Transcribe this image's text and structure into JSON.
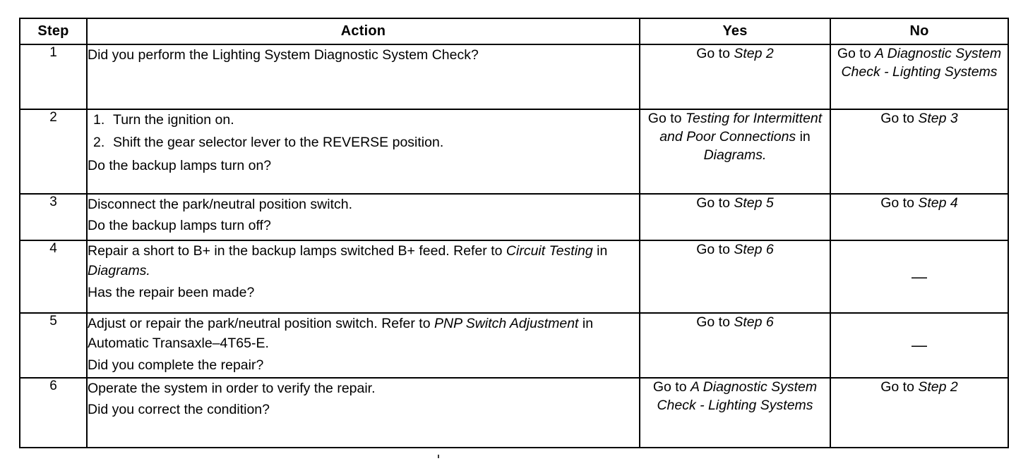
{
  "table": {
    "headers": {
      "step": "Step",
      "action": "Action",
      "yes": "Yes",
      "no": "No"
    },
    "rows": [
      {
        "step": "1",
        "action": {
          "lines": [
            {
              "segments": [
                {
                  "text": "Did you perform the Lighting System Diagnostic System Check?",
                  "italic": false
                }
              ]
            }
          ]
        },
        "yes": {
          "segments": [
            {
              "text": "Go to ",
              "italic": false
            },
            {
              "text": "Step 2",
              "italic": true
            }
          ]
        },
        "no": {
          "segments": [
            {
              "text": "Go to ",
              "italic": false
            },
            {
              "text": "A Diagnostic System Check - Lighting Systems",
              "italic": true
            }
          ]
        }
      },
      {
        "step": "2",
        "action": {
          "list": [
            {
              "num": "1.",
              "text": "Turn the ignition on."
            },
            {
              "num": "2.",
              "text": "Shift the gear selector lever to the REVERSE position."
            }
          ],
          "question": "Do the backup lamps turn on?"
        },
        "yes": {
          "segments": [
            {
              "text": "Go to ",
              "italic": false
            },
            {
              "text": "Testing for Intermittent and Poor Connections",
              "italic": true
            },
            {
              "text": " in ",
              "italic": false
            },
            {
              "text": "Diagrams.",
              "italic": true
            }
          ]
        },
        "no": {
          "segments": [
            {
              "text": "Go to ",
              "italic": false
            },
            {
              "text": "Step 3",
              "italic": true
            }
          ]
        }
      },
      {
        "step": "3",
        "action": {
          "lines": [
            {
              "segments": [
                {
                  "text": "Disconnect the park/neutral position switch.",
                  "italic": false
                }
              ]
            }
          ],
          "question": "Do the backup lamps turn off?"
        },
        "yes": {
          "segments": [
            {
              "text": "Go to ",
              "italic": false
            },
            {
              "text": "Step 5",
              "italic": true
            }
          ]
        },
        "no": {
          "segments": [
            {
              "text": "Go to ",
              "italic": false
            },
            {
              "text": "Step 4",
              "italic": true
            }
          ]
        }
      },
      {
        "step": "4",
        "action": {
          "lines": [
            {
              "segments": [
                {
                  "text": "Repair a short to B+ in the backup lamps switched B+ feed. Refer to ",
                  "italic": false
                },
                {
                  "text": "Circuit Testing",
                  "italic": true
                },
                {
                  "text": " in ",
                  "italic": false
                },
                {
                  "text": "Diagrams.",
                  "italic": true
                }
              ]
            }
          ],
          "question": "Has the repair been made?"
        },
        "yes": {
          "segments": [
            {
              "text": "Go to ",
              "italic": false
            },
            {
              "text": "Step 6",
              "italic": true
            }
          ]
        },
        "no": {
          "segments": [
            {
              "text": "—",
              "italic": false
            }
          ]
        }
      },
      {
        "step": "5",
        "action": {
          "lines": [
            {
              "segments": [
                {
                  "text": "Adjust or repair the park/neutral position switch. Refer to ",
                  "italic": false
                },
                {
                  "text": "PNP Switch Adjustment",
                  "italic": true
                },
                {
                  "text": " in Automatic Transaxle–4T65-E.",
                  "italic": false
                }
              ]
            }
          ],
          "question": "Did you complete the repair?"
        },
        "yes": {
          "segments": [
            {
              "text": "Go to ",
              "italic": false
            },
            {
              "text": "Step 6",
              "italic": true
            }
          ]
        },
        "no": {
          "segments": [
            {
              "text": "—",
              "italic": false
            }
          ]
        }
      },
      {
        "step": "6",
        "action": {
          "lines": [
            {
              "segments": [
                {
                  "text": "Operate the system in order to verify the repair.",
                  "italic": false
                }
              ]
            }
          ],
          "question": "Did you correct the condition?"
        },
        "yes": {
          "segments": [
            {
              "text": "Go to ",
              "italic": false
            },
            {
              "text": "A Diagnostic System Check - Lighting Systems",
              "italic": true
            }
          ]
        },
        "no": {
          "segments": [
            {
              "text": "Go to ",
              "italic": false
            },
            {
              "text": "Step 2",
              "italic": true
            }
          ]
        }
      }
    ]
  },
  "colors": {
    "ink": "#000000",
    "paper": "#ffffff"
  }
}
